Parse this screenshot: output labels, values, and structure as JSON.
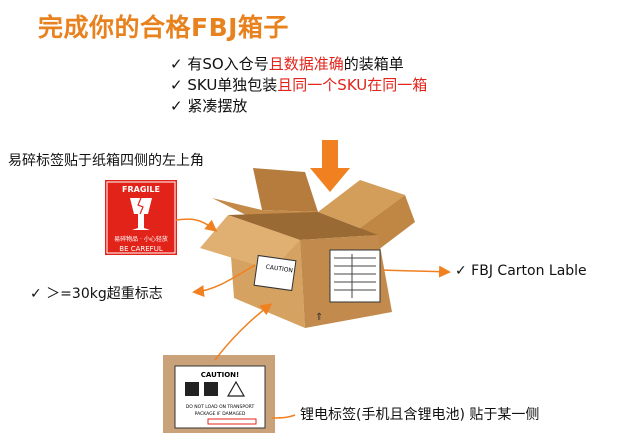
{
  "title": "完成你的合格FBJ箱子",
  "checklist": [
    {
      "mark": "✓",
      "parts": [
        "有SO入仓号",
        "且数据准确",
        "的装箱单"
      ]
    },
    {
      "mark": "✓",
      "parts": [
        "SKU单独包装",
        "且同一个SKU在同一箱",
        ""
      ]
    },
    {
      "mark": "✓",
      "parts": [
        "紧凑摆放",
        "",
        ""
      ]
    }
  ],
  "labels": {
    "fragile_note": "易碎标签贴于纸箱四侧的左上角",
    "heavy_note": "✓ ＞=30kg超重标志",
    "carton_note": "✓  FBJ Carton Lable",
    "battery_note": "锂电标签(手机且含锂电池) 贴于某一侧"
  },
  "fragile_label": {
    "top_text": "FRAGILE",
    "cn_text": "易碎物品 · 小心轻放",
    "bottom_text": "BE CAREFUL"
  },
  "battery_label": {
    "heading": "CAUTION!",
    "line1": "DO NOT LOAD ON TRANSPORT",
    "line2": "PACKAGE IF DAMAGED"
  },
  "box_caution_text": "CAUTION",
  "colors": {
    "title": "#e8821e",
    "accent_red": "#e2231a",
    "box": "#c8924e",
    "arrow": "#f08020"
  }
}
